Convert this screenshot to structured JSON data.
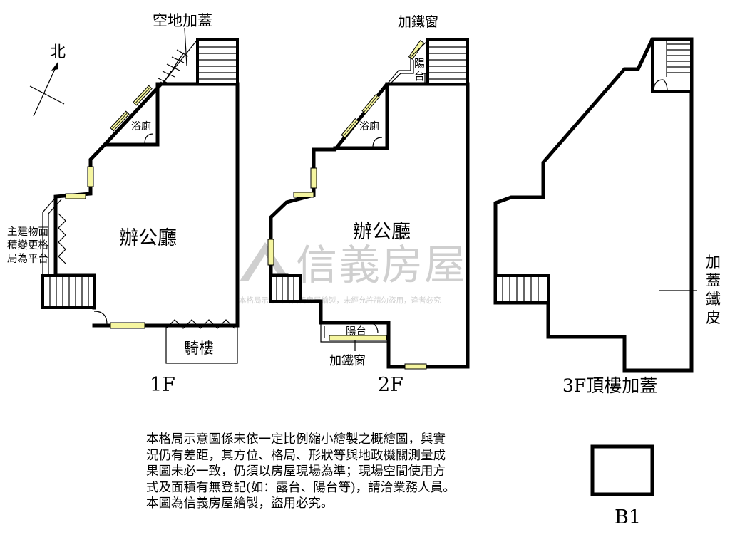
{
  "floors": {
    "f1": {
      "caption": "1F",
      "room_office": "辦公廳",
      "bathroom": "浴廁",
      "arcade": "騎樓",
      "top_annotation": "空地加蓋",
      "side_annotation_lines": [
        "主建物面",
        "積變更格",
        "局為平台"
      ]
    },
    "f2": {
      "caption": "2F",
      "room_office": "辦公廳",
      "bathroom": "浴廁",
      "top_annotation": "加鐵窗",
      "balcony_top_chars": [
        "陽",
        "台"
      ],
      "balcony_bottom": "陽台",
      "bottom_annotation": "加鐵窗"
    },
    "f3": {
      "caption": "3F頂樓加蓋",
      "side_annotation_chars": [
        "加",
        "蓋",
        "鐵",
        "皮"
      ]
    },
    "b1": {
      "caption": "B1"
    }
  },
  "compass": {
    "label": "北"
  },
  "watermark": {
    "brand": "信義房屋",
    "subtitle": "本格局示意圖為信義房屋繪製，未經允許請勿盜用，違者必究"
  },
  "disclaimer_lines": [
    "本格局示意圖係未依一定比例縮小繪製之概繪圖，與實",
    "況仍有差距，其方位、格局、形狀等與地政機關測量成",
    "果圖未必一致，仍須以房屋現場為準；現場空間使用方",
    "式及面積有無登記(如：露台、陽台等)，請洽業務人員。",
    "本圖為信義房屋繪製，盜用必究。"
  ]
}
